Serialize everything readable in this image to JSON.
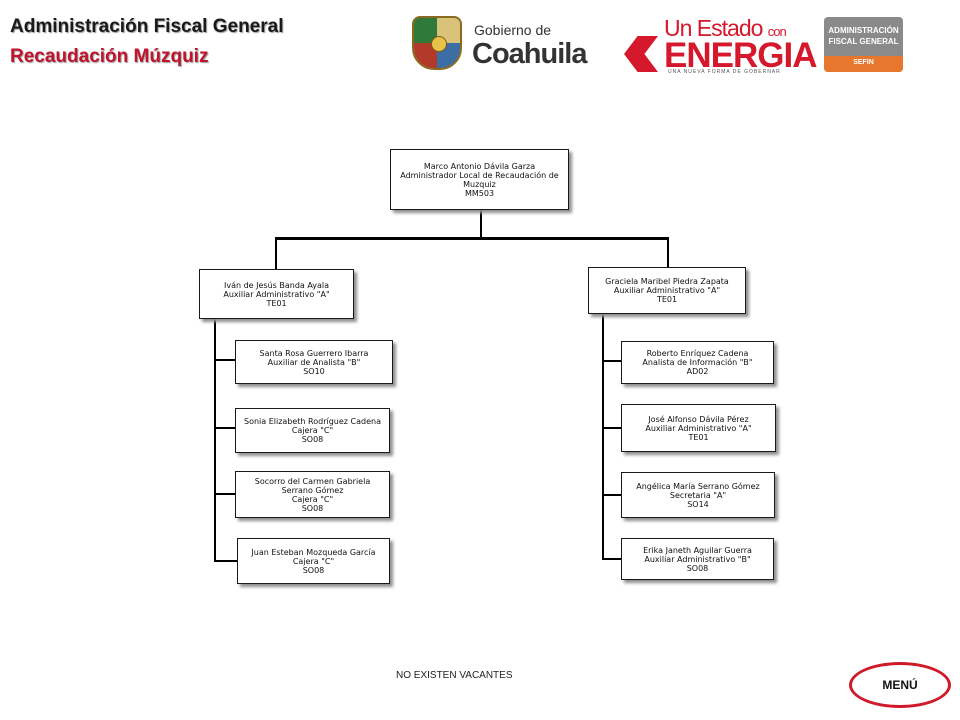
{
  "header": {
    "title_line1": "Administración Fiscal General",
    "title_line2": "Recaudación Múzquiz",
    "title_color": "#c0142d"
  },
  "logos": {
    "coahuila": {
      "line1": "Gobierno de",
      "line2": "Coahuila"
    },
    "energia": {
      "line1": "Un Estado",
      "line1_small": "con",
      "line2": "ENERGIA",
      "tagline": "UNA NUEVA FORMA DE GOBERNAR"
    },
    "afg": {
      "line1": "ADMINISTRACIÓN",
      "line2": "FISCAL GENERAL",
      "line3": "SEFIN"
    }
  },
  "org": {
    "root": {
      "name": "Marco Antonio Dávila Garza",
      "position": "Administrador Local de Recaudación de Muzquiz",
      "code": "MM503"
    },
    "left_head": {
      "name": "Iván de Jesús Banda Ayala",
      "position": "Auxiliar Administrativo \"A\"",
      "code": "TE01"
    },
    "left_staff": [
      {
        "name": "Santa Rosa Guerrero Ibarra",
        "position": "Auxiliar de Analista \"B\"",
        "code": "SO10"
      },
      {
        "name": "Sonia Elizabeth Rodríguez Cadena",
        "position": "Cajera \"C\"",
        "code": "SO08"
      },
      {
        "name": "Socorro del Carmen Gabriela Serrano Gómez",
        "position": "Cajera \"C\"",
        "code": "SO08"
      },
      {
        "name": "Juan Esteban Mozqueda García",
        "position": "Cajera \"C\"",
        "code": "SO08"
      }
    ],
    "right_head": {
      "name": "Graciela Maribel Piedra Zapata",
      "position": "Auxiliar Administrativo \"A\"",
      "code": "TE01"
    },
    "right_staff": [
      {
        "name": "Roberto Enríquez Cadena",
        "position": "Analista de Información \"B\"",
        "code": "AD02"
      },
      {
        "name": "José Alfonso Dávila Pérez",
        "position": "Auxiliar Administrativo \"A\"",
        "code": "TE01"
      },
      {
        "name": "Angélica María Serrano Gómez",
        "position": "Secretaria \"A\"",
        "code": "SO14"
      },
      {
        "name": "Erika Janeth Aguilar Guerra",
        "position": "Auxiliar Administrativo \"B\"",
        "code": "SO08"
      }
    ]
  },
  "footer": {
    "note": "NO EXISTEN VACANTES"
  },
  "nav": {
    "menu_label": "MENÚ",
    "menu_border_color": "#d01a2a"
  }
}
